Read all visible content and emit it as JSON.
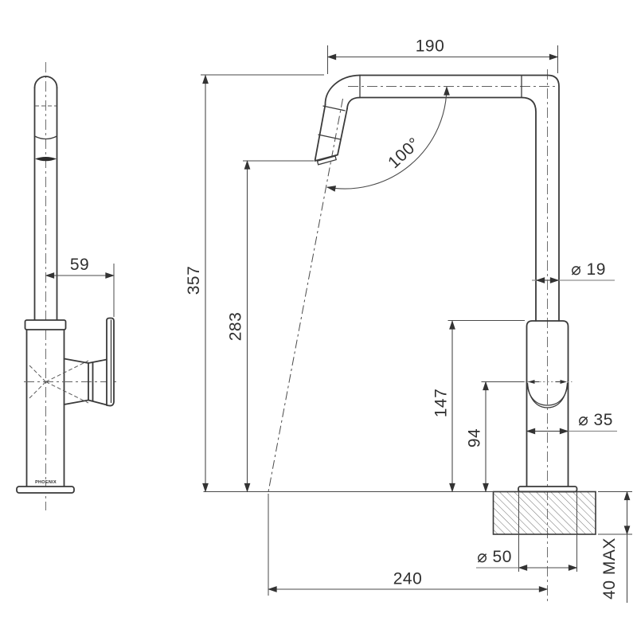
{
  "drawing": {
    "type": "technical-dimension-drawing",
    "product": {
      "brand": "PHOENIX"
    },
    "dimensions": {
      "spout_pipe_length": "190",
      "spout_angle": "100°",
      "overall_height": "357",
      "outlet_height": "283",
      "handle_offset": "59",
      "pipe_diameter": "⌀ 19",
      "body_height": "147",
      "indicator_height": "94",
      "body_diameter": "⌀ 35",
      "base_diameter": "⌀ 50",
      "overall_reach": "240",
      "bench_thickness": "40 MAX"
    },
    "colors": {
      "line": "#3a3a3a",
      "dimension": "#4a4a4a",
      "leader": "#8f8f8f",
      "hatch": "#707070",
      "background": "#ffffff",
      "aerator_fill": "#2b2b2b"
    }
  }
}
